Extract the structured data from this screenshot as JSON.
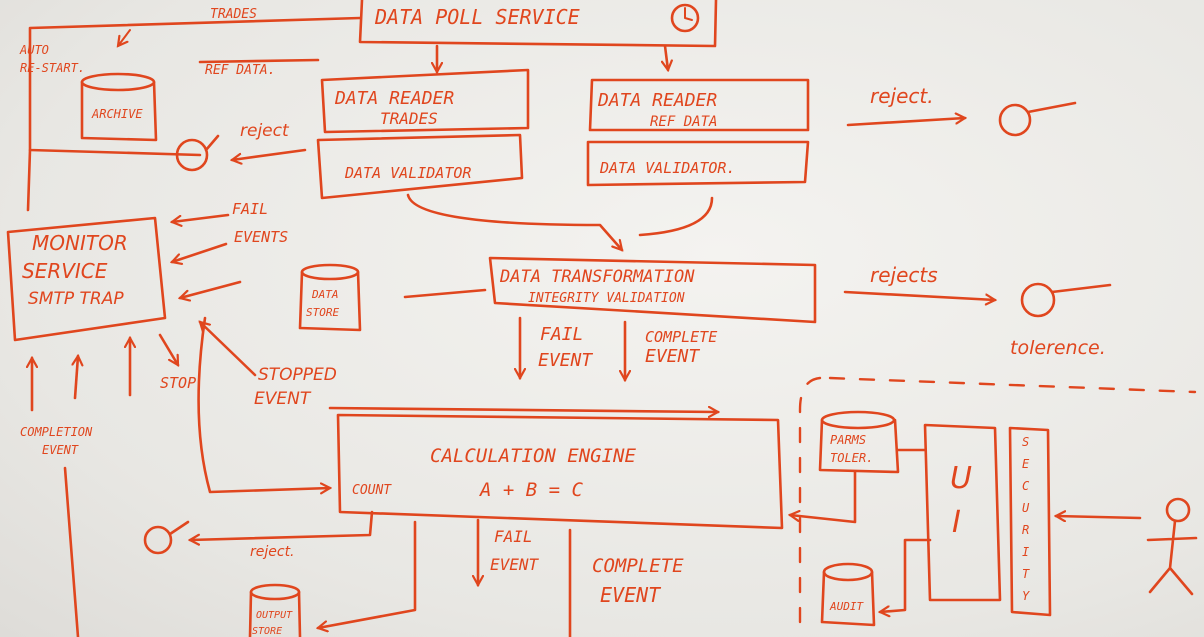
{
  "poll_service": {
    "label": "DATA POLL SERVICE"
  },
  "top_labels": {
    "trades": "TRADES",
    "auto_restart_1": "AUTO",
    "auto_restart_2": "RE-START.",
    "ref_data": "REF DATA."
  },
  "archive": {
    "label": "ARCHIVE"
  },
  "reader_trades": {
    "title_1": "DATA READER",
    "title_2": "TRADES",
    "validator": "DATA VALIDATOR"
  },
  "reader_ref": {
    "title_1": "DATA READER",
    "title_2": "REF DATA",
    "validator": "DATA VALIDATOR."
  },
  "reject_left": "reject",
  "reject_right": "reject.",
  "fail_events_1": "FAIL",
  "fail_events_2": "EVENTS",
  "monitor": {
    "line1": "MONITOR",
    "line2": "SERVICE",
    "line3": "SMTP TRAP"
  },
  "data_store": {
    "line1": "DATA",
    "line2": "STORE"
  },
  "transformation": {
    "line1": "DATA TRANSFORMATION",
    "line2": "INTEGRITY VALIDATION"
  },
  "rejects": "rejects",
  "tolerance": "tolerence.",
  "fail_event_mid_1": "FAIL",
  "fail_event_mid_2": "EVENT",
  "complete_event_mid_1": "COMPLETE",
  "complete_event_mid_2": "EVENT",
  "stop": "STOP",
  "stopped_event_1": "STOPPED",
  "stopped_event_2": "EVENT",
  "completion_event_1": "COMPLETION",
  "completion_event_2": "EVENT",
  "engine": {
    "title": "CALCULATION ENGINE",
    "count": "COUNT",
    "formula": "A + B = C"
  },
  "reject_bottom": "reject.",
  "fail_event_bottom_1": "FAIL",
  "fail_event_bottom_2": "EVENT",
  "complete_event_bottom_1": "COMPLETE",
  "complete_event_bottom_2": "EVENT",
  "output_store": {
    "line1": "OUTPUT",
    "line2": "STORE"
  },
  "params": {
    "line1": "PARMS",
    "line2": "TOLER."
  },
  "ui": {
    "line1": "U",
    "line2": "I"
  },
  "security": {
    "letters": [
      "S",
      "E",
      "C",
      "U",
      "R",
      "I",
      "T",
      "Y"
    ]
  },
  "audit": {
    "label": "AUDIT"
  }
}
